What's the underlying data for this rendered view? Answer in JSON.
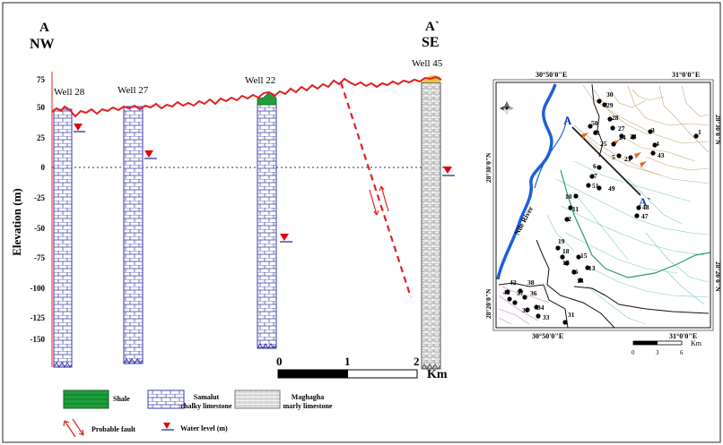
{
  "section": {
    "end_left": {
      "letter": "A",
      "direction": "NW"
    },
    "end_right": {
      "letter": "A`",
      "direction": "SE"
    },
    "y_axis_label": "Elevation (m)",
    "y_ticks": [
      "75",
      "50",
      "25",
      "0",
      "-25",
      "-50",
      "-75",
      "-100",
      "-125",
      "-150"
    ],
    "wells": [
      {
        "name": "Well 28"
      },
      {
        "name": "Well 27"
      },
      {
        "name": "Well 22"
      },
      {
        "name": "Well 45"
      }
    ],
    "scale_bar": {
      "ticks": [
        "0",
        "1",
        "2"
      ],
      "unit": "Km"
    }
  },
  "legend": {
    "shale": "Shale",
    "samalut_1": "Samalut",
    "samalut_2": "chalky limestone",
    "maghagha_1": "Maghagha",
    "maghagha_2": "marly limestone",
    "fault": "Probable fault",
    "water": "Water level (m)"
  },
  "map": {
    "lon_top_left": "30°50'0\"E",
    "lon_top_right": "31°0'0\"E",
    "lon_bottom_left": "30°50'0\"E",
    "lon_bottom_right": "31°0'0\"E",
    "lat_left_upper": "28°30'0\"N",
    "lat_left_lower": "28°20'0\"N",
    "lat_right_upper": "28°30'0\"N",
    "lat_right_lower": "28°20'0\"N",
    "river_label": "Nile River",
    "line_start": "A",
    "line_end": "A`",
    "well_labels": [
      "30",
      "29",
      "28",
      "50",
      "46",
      "27",
      "24",
      "23",
      "3",
      "4",
      "43",
      "25",
      "5",
      "21",
      "1",
      "6",
      "7",
      "51",
      "49",
      "10",
      "11",
      "2",
      "48",
      "47",
      "19",
      "18",
      "15",
      "17",
      "16",
      "14",
      "13",
      "42",
      "38",
      "40",
      "37",
      "36",
      "35",
      "34",
      "33",
      "31"
    ],
    "scale_ticks": [
      "0",
      "3",
      "6"
    ],
    "scale_unit": "Km"
  },
  "colors": {
    "surface": "#e02020",
    "fault": "#e02020",
    "shale": "#1f9e3c",
    "well_line": "#3a3aa8",
    "river": "#1e5fd8",
    "water_marker": "#e00000"
  }
}
